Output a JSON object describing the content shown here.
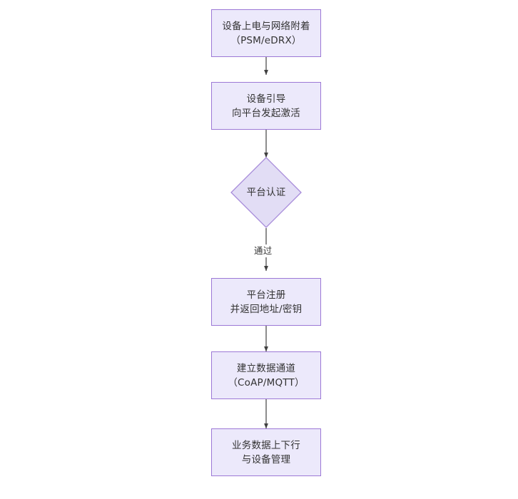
{
  "diagram": {
    "type": "flowchart",
    "orientation": "top-to-bottom",
    "background_color": "#ffffff",
    "node_fill_color": "#ece9fb",
    "node_border_color": "#9c78d6",
    "decision_fill_color": "#e2ddf5",
    "decision_border_color": "#a78bda",
    "connector_color": "#404040",
    "text_color": "#333333",
    "nodes": [
      {
        "id": "node-power-on",
        "shape": "rectangle",
        "lines": [
          "设备上电与网络附着",
          "（PSM/eDRX）"
        ]
      },
      {
        "id": "node-bootstrap",
        "shape": "rectangle",
        "lines": [
          "设备引导",
          "向平台发起激活"
        ]
      },
      {
        "id": "node-platform-auth",
        "shape": "diamond",
        "lines": [
          "平台认证"
        ]
      },
      {
        "id": "node-platform-register",
        "shape": "rectangle",
        "lines": [
          "平台注册",
          "并返回地址/密钥"
        ]
      },
      {
        "id": "node-data-channel",
        "shape": "rectangle",
        "lines": [
          "建立数据通道",
          "（CoAP/MQTT）"
        ]
      },
      {
        "id": "node-business-data",
        "shape": "rectangle",
        "lines": [
          "业务数据上下行",
          "与设备管理"
        ]
      }
    ],
    "edges": [
      {
        "id": "edge-1",
        "from": "node-power-on",
        "to": "node-bootstrap",
        "label": ""
      },
      {
        "id": "edge-2",
        "from": "node-bootstrap",
        "to": "node-platform-auth",
        "label": ""
      },
      {
        "id": "edge-3",
        "from": "node-platform-auth",
        "to": "node-platform-register",
        "label": "通过"
      },
      {
        "id": "edge-4",
        "from": "node-platform-register",
        "to": "node-data-channel",
        "label": ""
      },
      {
        "id": "edge-5",
        "from": "node-data-channel",
        "to": "node-business-data",
        "label": ""
      }
    ]
  }
}
